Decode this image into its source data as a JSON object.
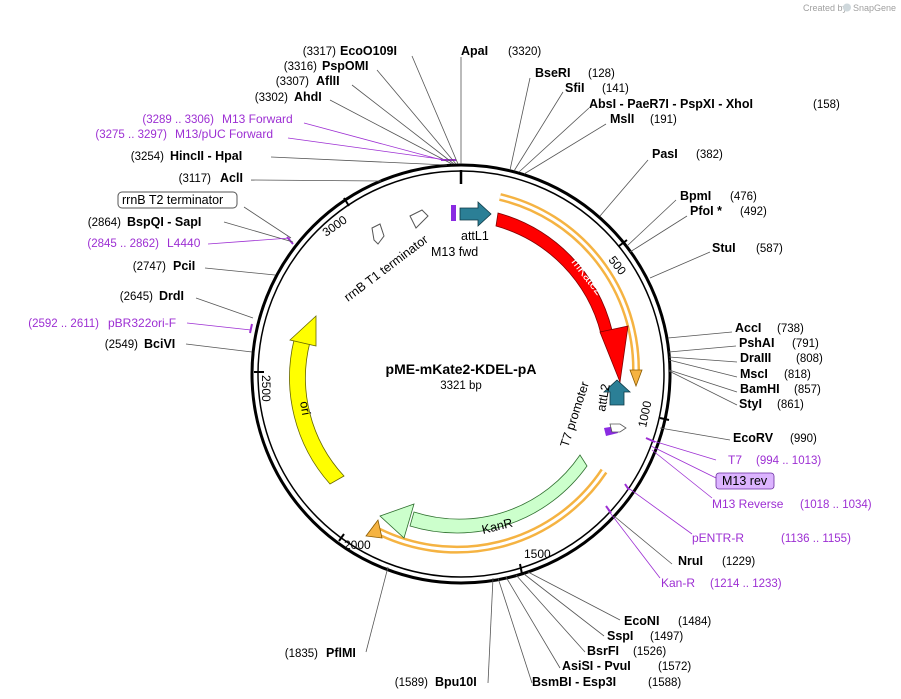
{
  "credit": {
    "prefix": "Created by",
    "brand": "SnapGene"
  },
  "plasmid": {
    "name": "pME-mKate2-KDEL-pA",
    "length": "3321 bp"
  },
  "colors": {
    "primer": "#9d2fd3",
    "mKate2": "#ff0000",
    "ori": "#ffff00",
    "kanR": "#ccffcc",
    "att": "#2b7f96",
    "highlight": "#f5b342",
    "purple_small": "#8a2be2",
    "m13rev_box": "#dcb4ff"
  },
  "ticks": [
    "500",
    "1000",
    "1500",
    "2000",
    "2500",
    "3000"
  ],
  "features": {
    "mKate2": "mKate2",
    "ori": "ori",
    "kanR": "KanR",
    "attL1": "attL1",
    "attL2": "attL2",
    "m13fwd": "M13 fwd",
    "t7promoter": "T7 promoter",
    "rrnB_t1": "rrnB T1 terminator",
    "rrnB_t2": "rrnB T2 terminator"
  },
  "sites": {
    "ecoo109i": {
      "name": "EcoO109I",
      "pos": "(3317)"
    },
    "pspomi": {
      "name": "PspOMI",
      "pos": "(3316)"
    },
    "aflii": {
      "name": "AflII",
      "pos": "(3307)"
    },
    "ahdi": {
      "name": "AhdI",
      "pos": "(3302)"
    },
    "apai": {
      "name": "ApaI",
      "pos": "(3320)"
    },
    "beseri": {
      "name": "BseRI",
      "pos": "(128)"
    },
    "sfii": {
      "name": "SfiI",
      "pos": "(141)"
    },
    "absi": {
      "name": "AbsI  -  PaeR7I  -  PspXI  -  XhoI",
      "pos": "(158)"
    },
    "msli": {
      "name": "MslI",
      "pos": "(191)"
    },
    "pasi": {
      "name": "PasI",
      "pos": "(382)"
    },
    "bpmi": {
      "name": "BpmI",
      "pos": "(476)"
    },
    "pfoi": {
      "name": "PfoI *",
      "pos": "(492)"
    },
    "stui": {
      "name": "StuI",
      "pos": "(587)"
    },
    "acci": {
      "name": "AccI",
      "pos": "(738)"
    },
    "pshai": {
      "name": "PshAI",
      "pos": "(791)"
    },
    "draiii": {
      "name": "DraIII",
      "pos": "(808)"
    },
    "msci": {
      "name": "MscI",
      "pos": "(818)"
    },
    "bamhi": {
      "name": "BamHI",
      "pos": "(857)"
    },
    "styi": {
      "name": "StyI",
      "pos": "(861)"
    },
    "ecorv": {
      "name": "EcoRV",
      "pos": "(990)"
    },
    "nrui": {
      "name": "NruI",
      "pos": "(1229)"
    },
    "econi": {
      "name": "EcoNI",
      "pos": "(1484)"
    },
    "sspi": {
      "name": "SspI",
      "pos": "(1497)"
    },
    "bsrfi": {
      "name": "BsrFI",
      "pos": "(1526)"
    },
    "asisi": {
      "name": "AsiSI  -  PvuI",
      "pos": "(1572)"
    },
    "bsmbi": {
      "name": "BsmBI  -  Esp3I",
      "pos": "(1588)"
    },
    "bpu10i": {
      "name": "Bpu10I",
      "pos": "(1589)"
    },
    "pfimi": {
      "name": "PflMI",
      "pos": "(1835)"
    },
    "bcivi": {
      "name": "BciVI",
      "pos": "(2549)"
    },
    "drdi": {
      "name": "DrdI",
      "pos": "(2645)"
    },
    "pcii": {
      "name": "PciI",
      "pos": "(2747)"
    },
    "bspqi": {
      "name": "BspQI  -  SapI",
      "pos": "(2864)"
    },
    "acli": {
      "name": "AclI",
      "pos": "(3117)"
    },
    "hincii": {
      "name": "HincII  -  HpaI",
      "pos": "(3254)"
    }
  },
  "primers": {
    "m13fwd": {
      "name": "M13 Forward",
      "pos": "(3289 .. 3306)"
    },
    "m13puc": {
      "name": "M13/pUC Forward",
      "pos": "(3275 .. 3297)"
    },
    "l4440": {
      "name": "L4440",
      "pos": "(2845 .. 2862)"
    },
    "pbr322": {
      "name": "pBR322ori-F",
      "pos": "(2592 .. 2611)"
    },
    "t7": {
      "name": "T7",
      "pos": "(994 .. 1013)"
    },
    "m13rev_box": {
      "name": "M13 rev"
    },
    "m13reverse": {
      "name": "M13 Reverse",
      "pos": "(1018 .. 1034)"
    },
    "pentr": {
      "name": "pENTR-R",
      "pos": "(1136 .. 1155)"
    },
    "kanr": {
      "name": "Kan-R",
      "pos": "(1214 .. 1233)"
    }
  }
}
